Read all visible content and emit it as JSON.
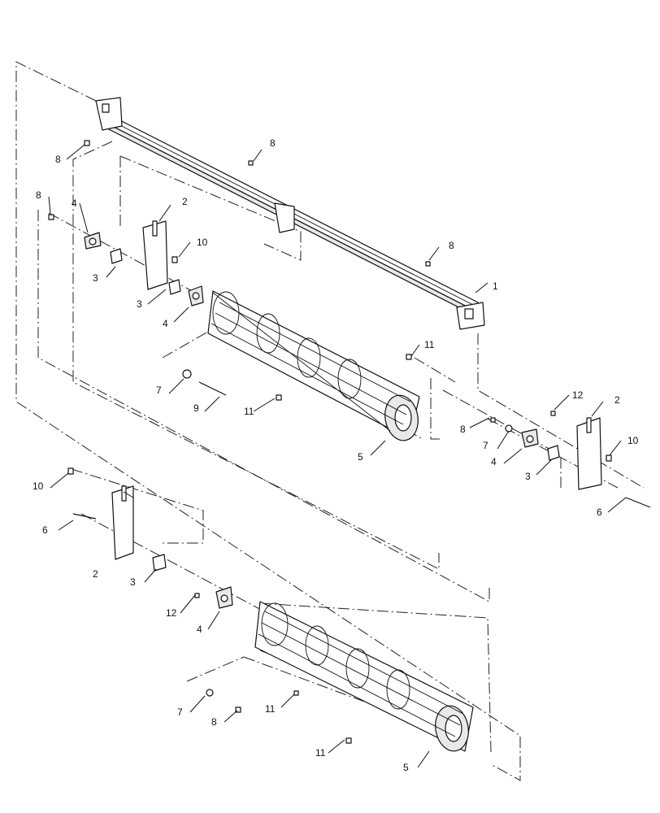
{
  "callouts": [
    {
      "id": "c-1",
      "label": "1"
    },
    {
      "id": "c-2a",
      "label": "2"
    },
    {
      "id": "c-2b",
      "label": "2"
    },
    {
      "id": "c-2c",
      "label": "2"
    },
    {
      "id": "c-3a",
      "label": "3"
    },
    {
      "id": "c-3b",
      "label": "3"
    },
    {
      "id": "c-3c",
      "label": "3"
    },
    {
      "id": "c-3d",
      "label": "3"
    },
    {
      "id": "c-4a",
      "label": "4"
    },
    {
      "id": "c-4b",
      "label": "4"
    },
    {
      "id": "c-4c",
      "label": "4"
    },
    {
      "id": "c-4d",
      "label": "4"
    },
    {
      "id": "c-5a",
      "label": "5"
    },
    {
      "id": "c-5b",
      "label": "5"
    },
    {
      "id": "c-6a",
      "label": "6"
    },
    {
      "id": "c-6b",
      "label": "6"
    },
    {
      "id": "c-7a",
      "label": "7"
    },
    {
      "id": "c-7b",
      "label": "7"
    },
    {
      "id": "c-7c",
      "label": "7"
    },
    {
      "id": "c-8a",
      "label": "8"
    },
    {
      "id": "c-8b",
      "label": "8"
    },
    {
      "id": "c-8c",
      "label": "8"
    },
    {
      "id": "c-8d",
      "label": "8"
    },
    {
      "id": "c-8e",
      "label": "8"
    },
    {
      "id": "c-8f",
      "label": "8"
    },
    {
      "id": "c-9",
      "label": "9"
    },
    {
      "id": "c-10a",
      "label": "10"
    },
    {
      "id": "c-10b",
      "label": "10"
    },
    {
      "id": "c-10c",
      "label": "10"
    },
    {
      "id": "c-11a",
      "label": "11"
    },
    {
      "id": "c-11b",
      "label": "11"
    },
    {
      "id": "c-11c",
      "label": "11"
    },
    {
      "id": "c-11d",
      "label": "11"
    },
    {
      "id": "c-12a",
      "label": "12"
    },
    {
      "id": "c-12b",
      "label": "12"
    }
  ]
}
